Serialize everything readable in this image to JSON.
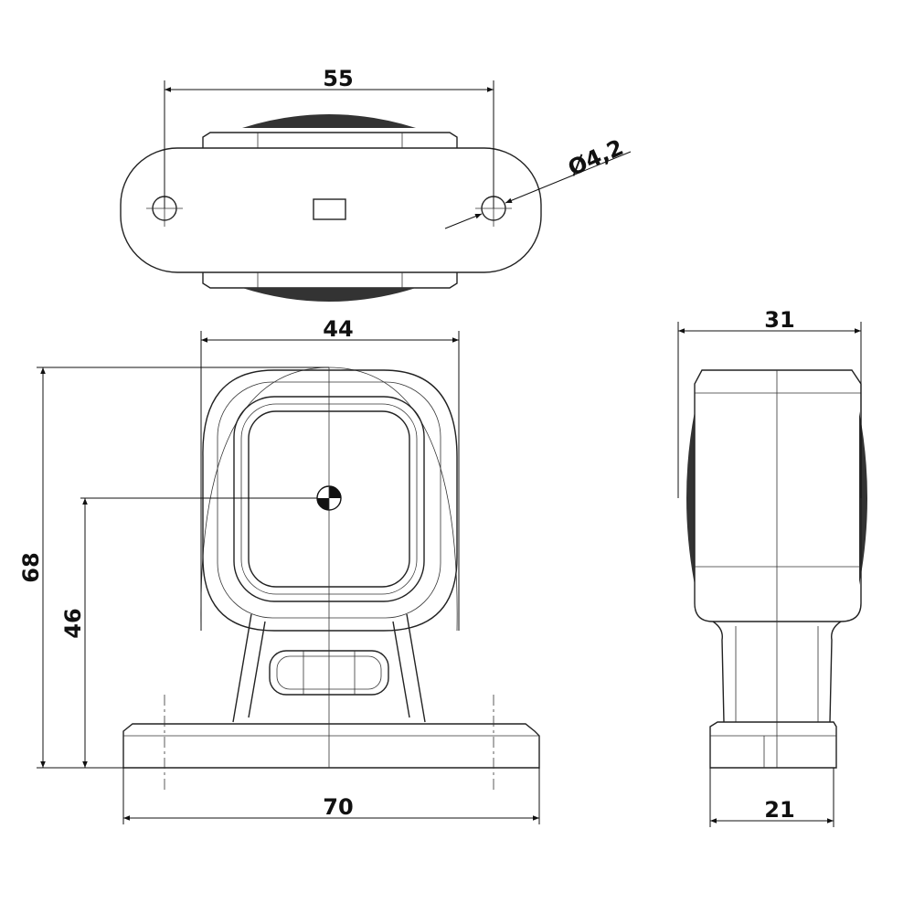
{
  "dimensions": {
    "top_hole_spacing": "55",
    "hole_diameter": "Ø4,2",
    "head_width": "44",
    "total_height": "68",
    "center_height": "46",
    "base_width": "70",
    "side_depth": "31",
    "base_depth": "21"
  },
  "colors": {
    "line": "#222222",
    "background": "#ffffff"
  }
}
